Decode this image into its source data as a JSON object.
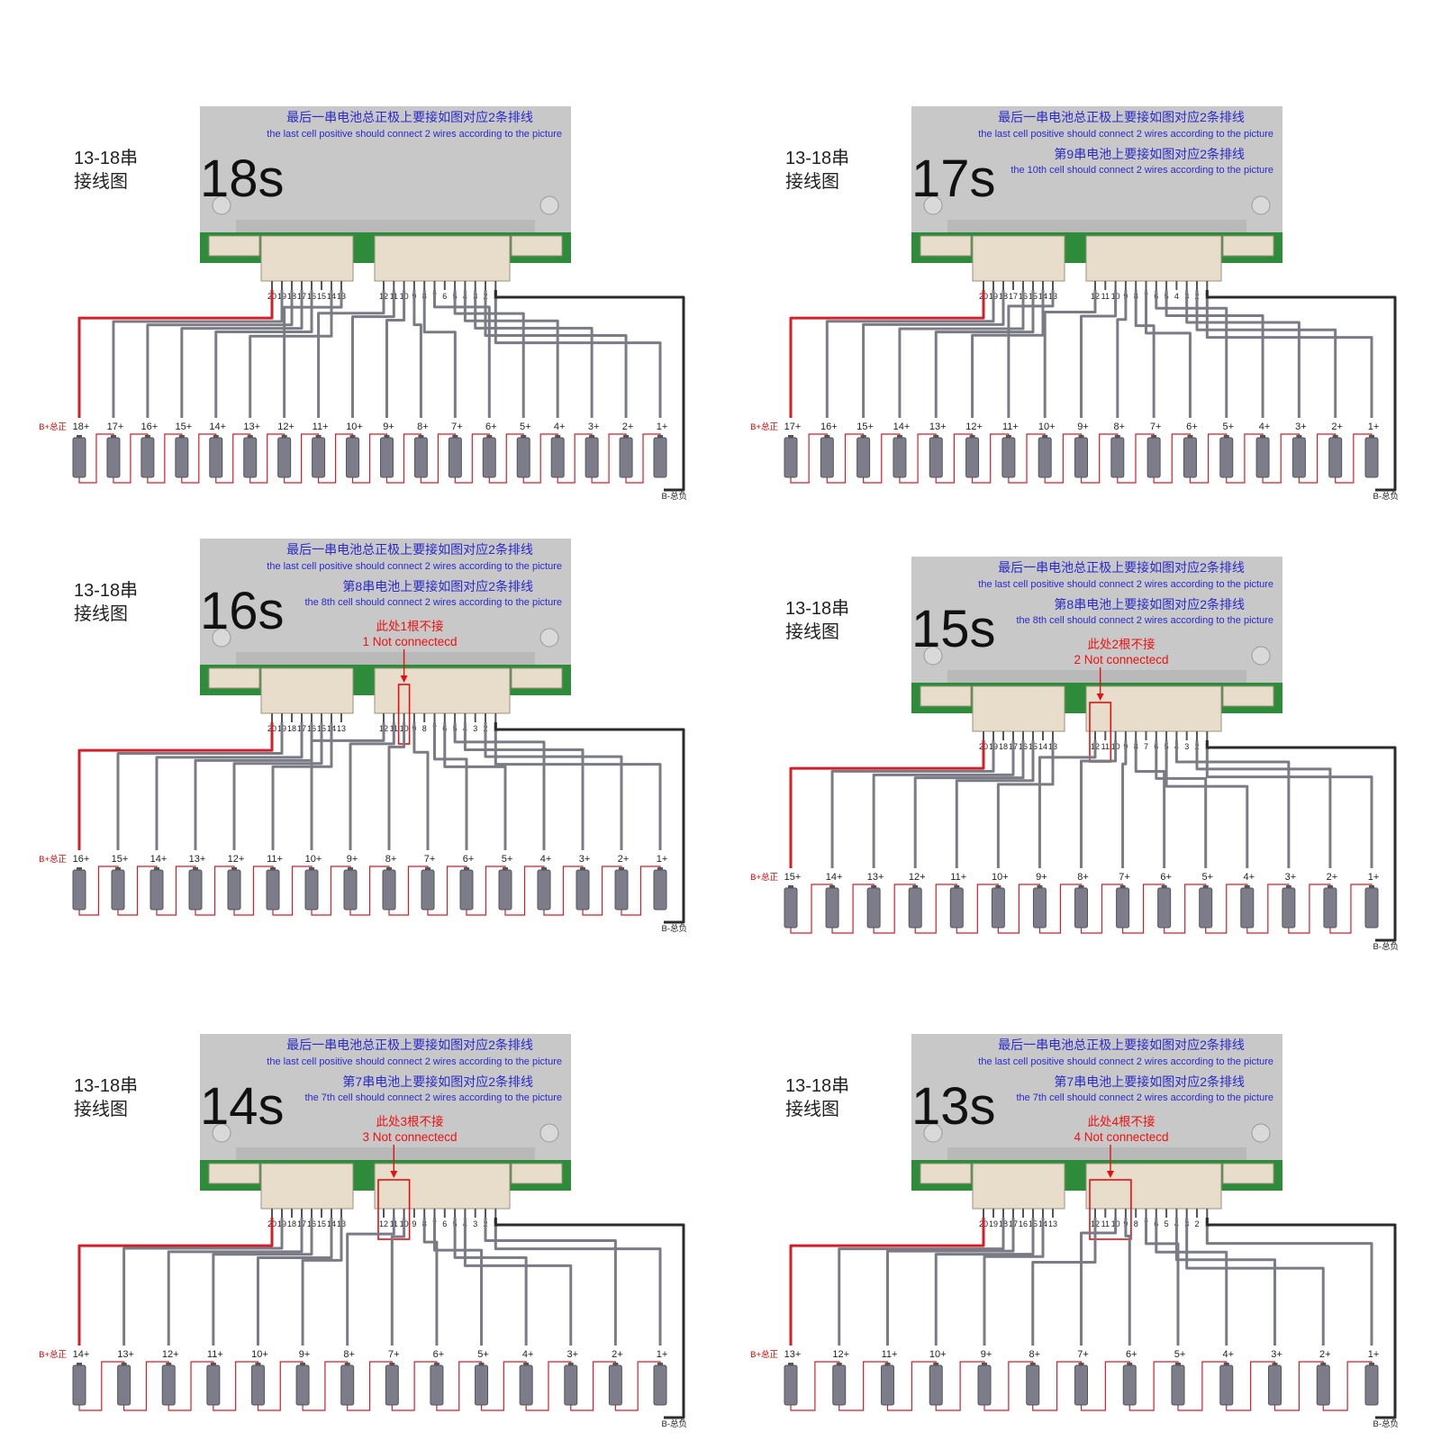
{
  "colors": {
    "board": "#c8c8c8",
    "pcb": "#2e8b3a",
    "connector": "#e8dccb",
    "wire_gray": "#7b7b86",
    "wire_red": "#d21f2a",
    "wire_black": "#2b2b2b",
    "cell": "#7c7c8a",
    "note_blue": "#2a2acc",
    "nc_red": "#e11111"
  },
  "icons": [
    "screw-hole-icon",
    "arrow-down-icon"
  ],
  "panels": [
    {
      "id": "18s",
      "side_title_l1": "13-18串",
      "side_title_l2": "接线图",
      "series_label": "18s",
      "note1_cn": "最后一串电池总正极上要接如图对应2条排线",
      "note1_en": "the last cell positive should connect 2 wires according to the picture",
      "note2_cn": "",
      "note2_en": "",
      "nc_cn": "",
      "nc_en": "",
      "nc_count": 0,
      "cells": 18,
      "b_plus": "B+总正",
      "b_minus": "B-总负"
    },
    {
      "id": "17s",
      "side_title_l1": "13-18串",
      "side_title_l2": "接线图",
      "series_label": "17s",
      "note1_cn": "最后一串电池总正极上要接如图对应2条排线",
      "note1_en": "the last cell positive should connect 2 wires according to the picture",
      "note2_cn": "第9串电池上要接如图对应2条排线",
      "note2_en": "the 10th cell should connect 2 wires according to the picture",
      "nc_cn": "",
      "nc_en": "",
      "nc_count": 0,
      "cells": 17,
      "b_plus": "B+总正",
      "b_minus": "B-总负"
    },
    {
      "id": "16s",
      "side_title_l1": "13-18串",
      "side_title_l2": "接线图",
      "series_label": "16s",
      "note1_cn": "最后一串电池总正极上要接如图对应2条排线",
      "note1_en": "the last cell positive should connect 2 wires according to the picture",
      "note2_cn": "第8串电池上要接如图对应2条排线",
      "note2_en": "the 8th cell should connect 2 wires according to the picture",
      "nc_cn": "此处1根不接",
      "nc_en": "1 Not connectecd",
      "nc_count": 1,
      "cells": 16,
      "b_plus": "B+总正",
      "b_minus": "B-总负"
    },
    {
      "id": "15s",
      "side_title_l1": "13-18串",
      "side_title_l2": "接线图",
      "series_label": "15s",
      "note1_cn": "最后一串电池总正极上要接如图对应2条排线",
      "note1_en": "the last cell positive should connect 2 wires according to the picture",
      "note2_cn": "第8串电池上要接如图对应2条排线",
      "note2_en": "the 8th cell should connect 2 wires according to the picture",
      "nc_cn": "此处2根不接",
      "nc_en": "2 Not connectecd",
      "nc_count": 2,
      "cells": 15,
      "b_plus": "B+总正",
      "b_minus": "B-总负"
    },
    {
      "id": "14s",
      "side_title_l1": "13-18串",
      "side_title_l2": "接线图",
      "series_label": "14s",
      "note1_cn": "最后一串电池总正极上要接如图对应2条排线",
      "note1_en": "the last cell positive should connect 2 wires according to the picture",
      "note2_cn": "第7串电池上要接如图对应2条排线",
      "note2_en": "the 7th cell should connect 2 wires according to the picture",
      "nc_cn": "此处3根不接",
      "nc_en": "3 Not connectecd",
      "nc_count": 3,
      "cells": 14,
      "b_plus": "B+总正",
      "b_minus": "B-总负"
    },
    {
      "id": "13s",
      "side_title_l1": "13-18串",
      "side_title_l2": "接线图",
      "series_label": "13s",
      "note1_cn": "最后一串电池总正极上要接如图对应2条排线",
      "note1_en": "the last cell positive should connect 2 wires according to the picture",
      "note2_cn": "第7串电池上要接如图对应2条排线",
      "note2_en": "the 7th cell should connect 2 wires according to the picture",
      "nc_cn": "此处4根不接",
      "nc_en": "4 Not connectecd",
      "nc_count": 4,
      "cells": 13,
      "b_plus": "B+总正",
      "b_minus": "B-总负"
    }
  ],
  "pin_labels_left": [
    "20",
    "19",
    "18",
    "17",
    "16",
    "15",
    "14",
    "13"
  ],
  "pin_labels_right": [
    "12",
    "11",
    "10",
    "9",
    "8",
    "7",
    "6",
    "5",
    "4",
    "3",
    "2",
    "1"
  ]
}
